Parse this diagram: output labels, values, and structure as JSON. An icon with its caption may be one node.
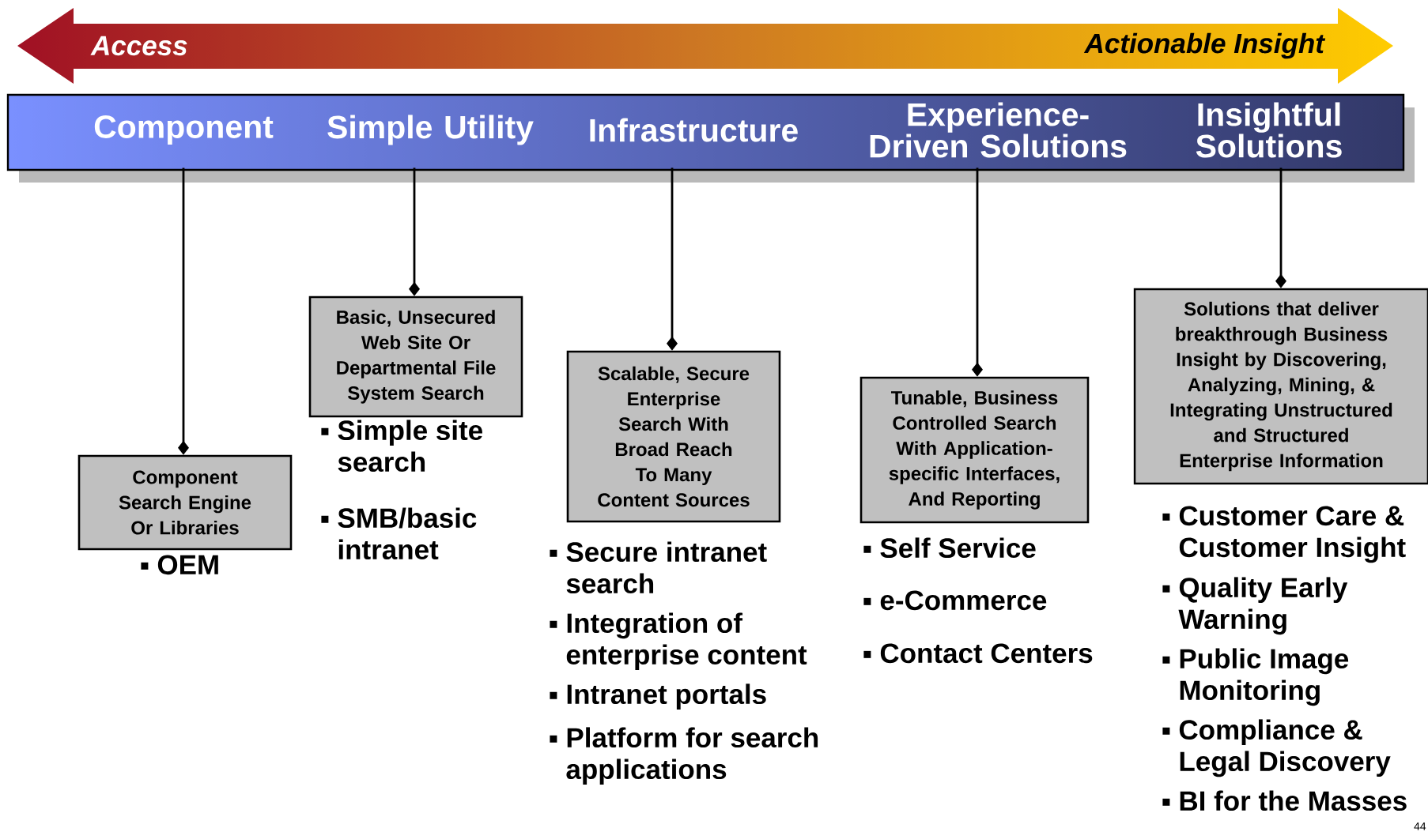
{
  "diagram": {
    "nodes": [
      {
        "text": [],
        "shape": "bar"
      },
      {
        "text": [
          "Component"
        ],
        "in": 0
      },
      {
        "text": [
          "Simple Utility"
        ],
        "in": 0
      },
      {
        "text": [
          "Infrastructure"
        ],
        "in": 0
      },
      {
        "text": [
          "Experience-Driven Solutions"
        ],
        "in": 0
      },
      {
        "text": [
          "Insightful Solutions"
        ],
        "in": 0
      },
      {
        "text": [
          "Component Search Engine Or Libraries"
        ],
        "beside": [
          "OEM"
        ]
      },
      {
        "text": [
          "Basic, Unsecured Web Site Or Departmental File System Search"
        ],
        "beside": [
          "Simple site search",
          "SMB/basic intranet"
        ]
      },
      {
        "text": [
          "Scalable, Secure Enterprise Search With Broad Reach To Many Content Sources"
        ],
        "beside": [
          "Secure intranet search",
          "Integration of enterprise content",
          "Intranet portals",
          "Platform for search applications"
        ]
      },
      {
        "text": [
          "Tunable, Business Controlled Search With Application-specific Interfaces, And Reporting"
        ],
        "beside": [
          "Self Service",
          "e-Commerce",
          "Contact Centers"
        ]
      },
      {
        "text": [
          "Solutions that deliver breakthrough Business Insight by Discovering, Analyzing, Mining, & Integrating Unstructured and Structured Enterprise Information"
        ],
        "beside": [
          "Customer Care & Customer Insight",
          "Quality Early Warning",
          "Public Image Monitoring",
          "Compliance & Legal Discovery",
          "BI for the Masses"
        ]
      }
    ],
    "edges": [
      {
        "from": 1,
        "to": 6,
        "arrow": "other"
      },
      {
        "from": 2,
        "to": 7,
        "arrow": "other"
      },
      {
        "from": 3,
        "to": 8,
        "arrow": "other"
      },
      {
        "from": 4,
        "to": 9,
        "arrow": "other"
      },
      {
        "from": 5,
        "to": 10,
        "arrow": "other"
      }
    ],
    "labels": [
      "Access",
      "Actionable Insight",
      "44"
    ]
  }
}
